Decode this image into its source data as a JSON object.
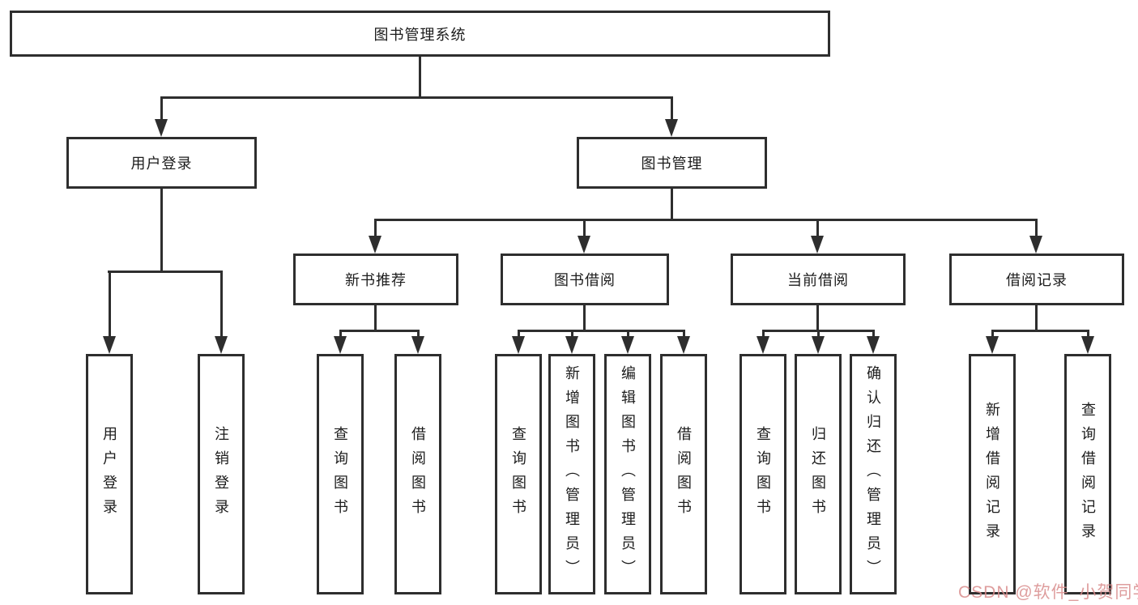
{
  "diagram": {
    "root": {
      "label": "图书管理系统"
    },
    "branches": [
      {
        "label": "用户登录",
        "children": [
          {
            "label": "用户登录"
          },
          {
            "label": "注销登录"
          }
        ]
      },
      {
        "label": "图书管理",
        "children": [
          {
            "label": "新书推荐",
            "children": [
              {
                "label": "查询图书"
              },
              {
                "label": "借阅图书"
              }
            ]
          },
          {
            "label": "图书借阅",
            "children": [
              {
                "label": "查询图书"
              },
              {
                "label": "新增图书（管理员）"
              },
              {
                "label": "编辑图书（管理员）"
              },
              {
                "label": "借阅图书"
              }
            ]
          },
          {
            "label": "当前借阅",
            "children": [
              {
                "label": "查询图书"
              },
              {
                "label": "归还图书"
              },
              {
                "label": "确认归还（管理员）"
              }
            ]
          },
          {
            "label": "借阅记录",
            "children": [
              {
                "label": "新增借阅记录"
              },
              {
                "label": "查询借阅记录"
              }
            ]
          }
        ]
      }
    ]
  },
  "watermark": {
    "text": "CSDN @软件_小贺同学"
  },
  "colors": {
    "line": "#2e2e2e",
    "text": "#1c1c1c",
    "box_bg": "#ffffff",
    "watermark": "#d98c8c"
  }
}
